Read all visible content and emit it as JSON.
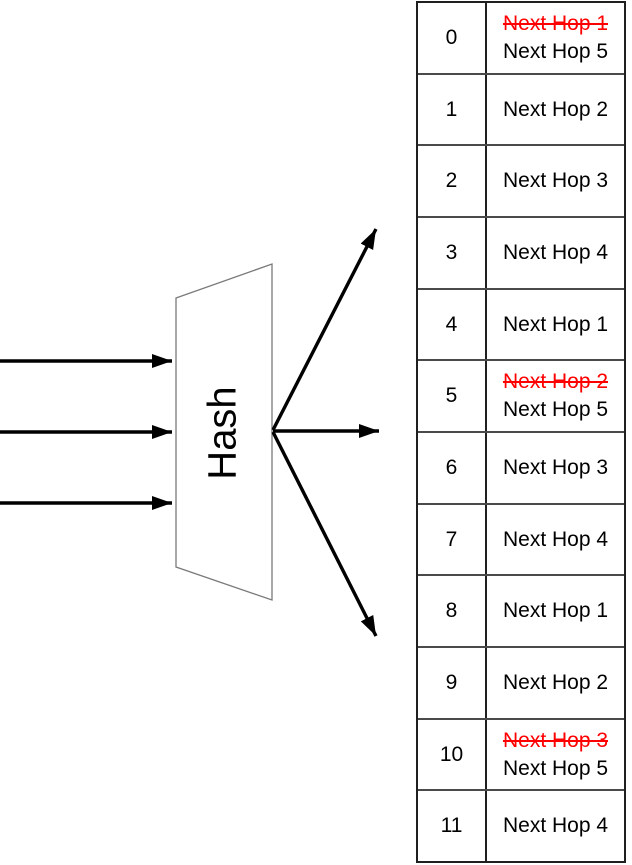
{
  "colors": {
    "background": "#ffffff",
    "text": "#000000",
    "strikethrough_red": "#ff0000",
    "arrow": "#000000",
    "table_border": "#1f1f1f",
    "row_divider": "#4a4a4a",
    "trapezoid_outline": "#7a7a7a"
  },
  "diagram": {
    "hash_label": "Hash",
    "input_arrow_count": 3,
    "output_arrow_count": 3
  },
  "table": {
    "rows": [
      {
        "index": "0",
        "old_value": "Next Hop 1",
        "value": "Next Hop 5"
      },
      {
        "index": "1",
        "value": "Next Hop 2"
      },
      {
        "index": "2",
        "value": "Next Hop 3"
      },
      {
        "index": "3",
        "value": "Next Hop 4"
      },
      {
        "index": "4",
        "value": "Next Hop 1"
      },
      {
        "index": "5",
        "old_value": "Next Hop 2",
        "value": "Next Hop 5"
      },
      {
        "index": "6",
        "value": "Next Hop 3"
      },
      {
        "index": "7",
        "value": "Next Hop 4"
      },
      {
        "index": "8",
        "value": "Next Hop 1"
      },
      {
        "index": "9",
        "value": "Next Hop 2"
      },
      {
        "index": "10",
        "old_value": "Next Hop 3",
        "value": "Next Hop 5"
      },
      {
        "index": "11",
        "value": "Next Hop 4"
      }
    ]
  }
}
